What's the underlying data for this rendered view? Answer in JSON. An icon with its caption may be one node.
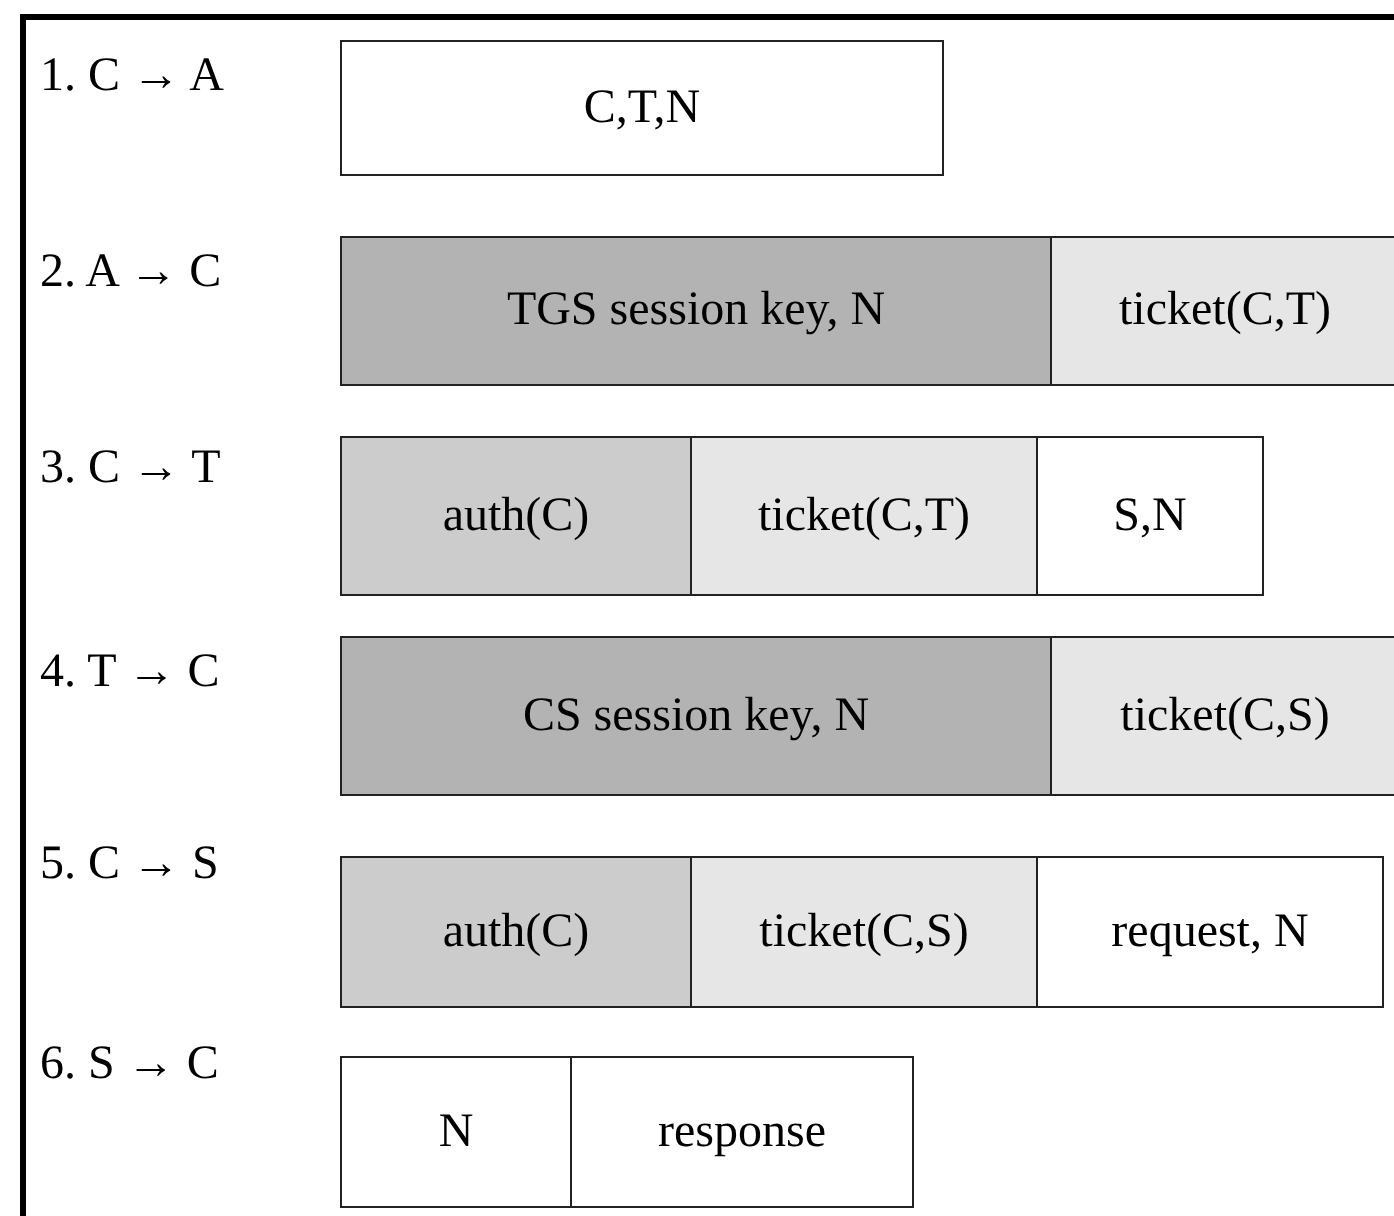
{
  "diagram": {
    "nodes": [
      {
        "text": [
          "C,T,N"
        ]
      },
      {
        "text": [
          "TGS session key, N"
        ]
      },
      {
        "text": [
          "ticket(C,T)"
        ]
      },
      {
        "text": [
          "auth(C)"
        ]
      },
      {
        "text": [
          "ticket(C,T)"
        ]
      },
      {
        "text": [
          "S,N"
        ]
      },
      {
        "text": [
          "CS session key, N"
        ]
      },
      {
        "text": [
          "ticket(C,S)"
        ]
      },
      {
        "text": [
          "auth(C)"
        ]
      },
      {
        "text": [
          "ticket(C,S)"
        ]
      },
      {
        "text": [
          "request, N"
        ]
      },
      {
        "text": [
          "N"
        ]
      },
      {
        "text": [
          "response"
        ]
      }
    ],
    "labels": [
      "1. C → A",
      "2. A → C",
      "3. C → T",
      "4. T → C",
      "5. C → S",
      "6. S → C"
    ]
  }
}
